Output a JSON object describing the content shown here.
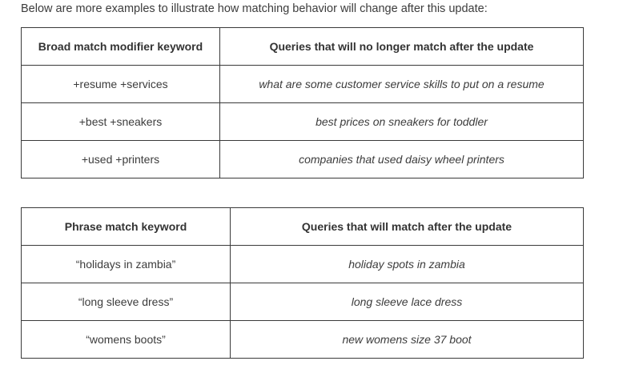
{
  "intro_text": "Below are more examples to illustrate how matching behavior will change after this update:",
  "table1": {
    "headers": [
      "Broad match modifier keyword",
      "Queries that will no longer match after the update"
    ],
    "rows": [
      {
        "keyword": "+resume +services",
        "query": "what are some customer service skills to put on a resume"
      },
      {
        "keyword": "+best +sneakers",
        "query": "best prices on sneakers for toddler"
      },
      {
        "keyword": "+used +printers",
        "query": "companies that used daisy wheel printers"
      }
    ]
  },
  "table2": {
    "headers": [
      "Phrase match keyword",
      "Queries that will match after the update"
    ],
    "rows": [
      {
        "keyword": "“holidays in zambia”",
        "query": "holiday spots in zambia"
      },
      {
        "keyword": "“long sleeve dress”",
        "query": "long sleeve lace dress"
      },
      {
        "keyword": "“womens boots”",
        "query": "new womens size 37 boot"
      }
    ]
  }
}
